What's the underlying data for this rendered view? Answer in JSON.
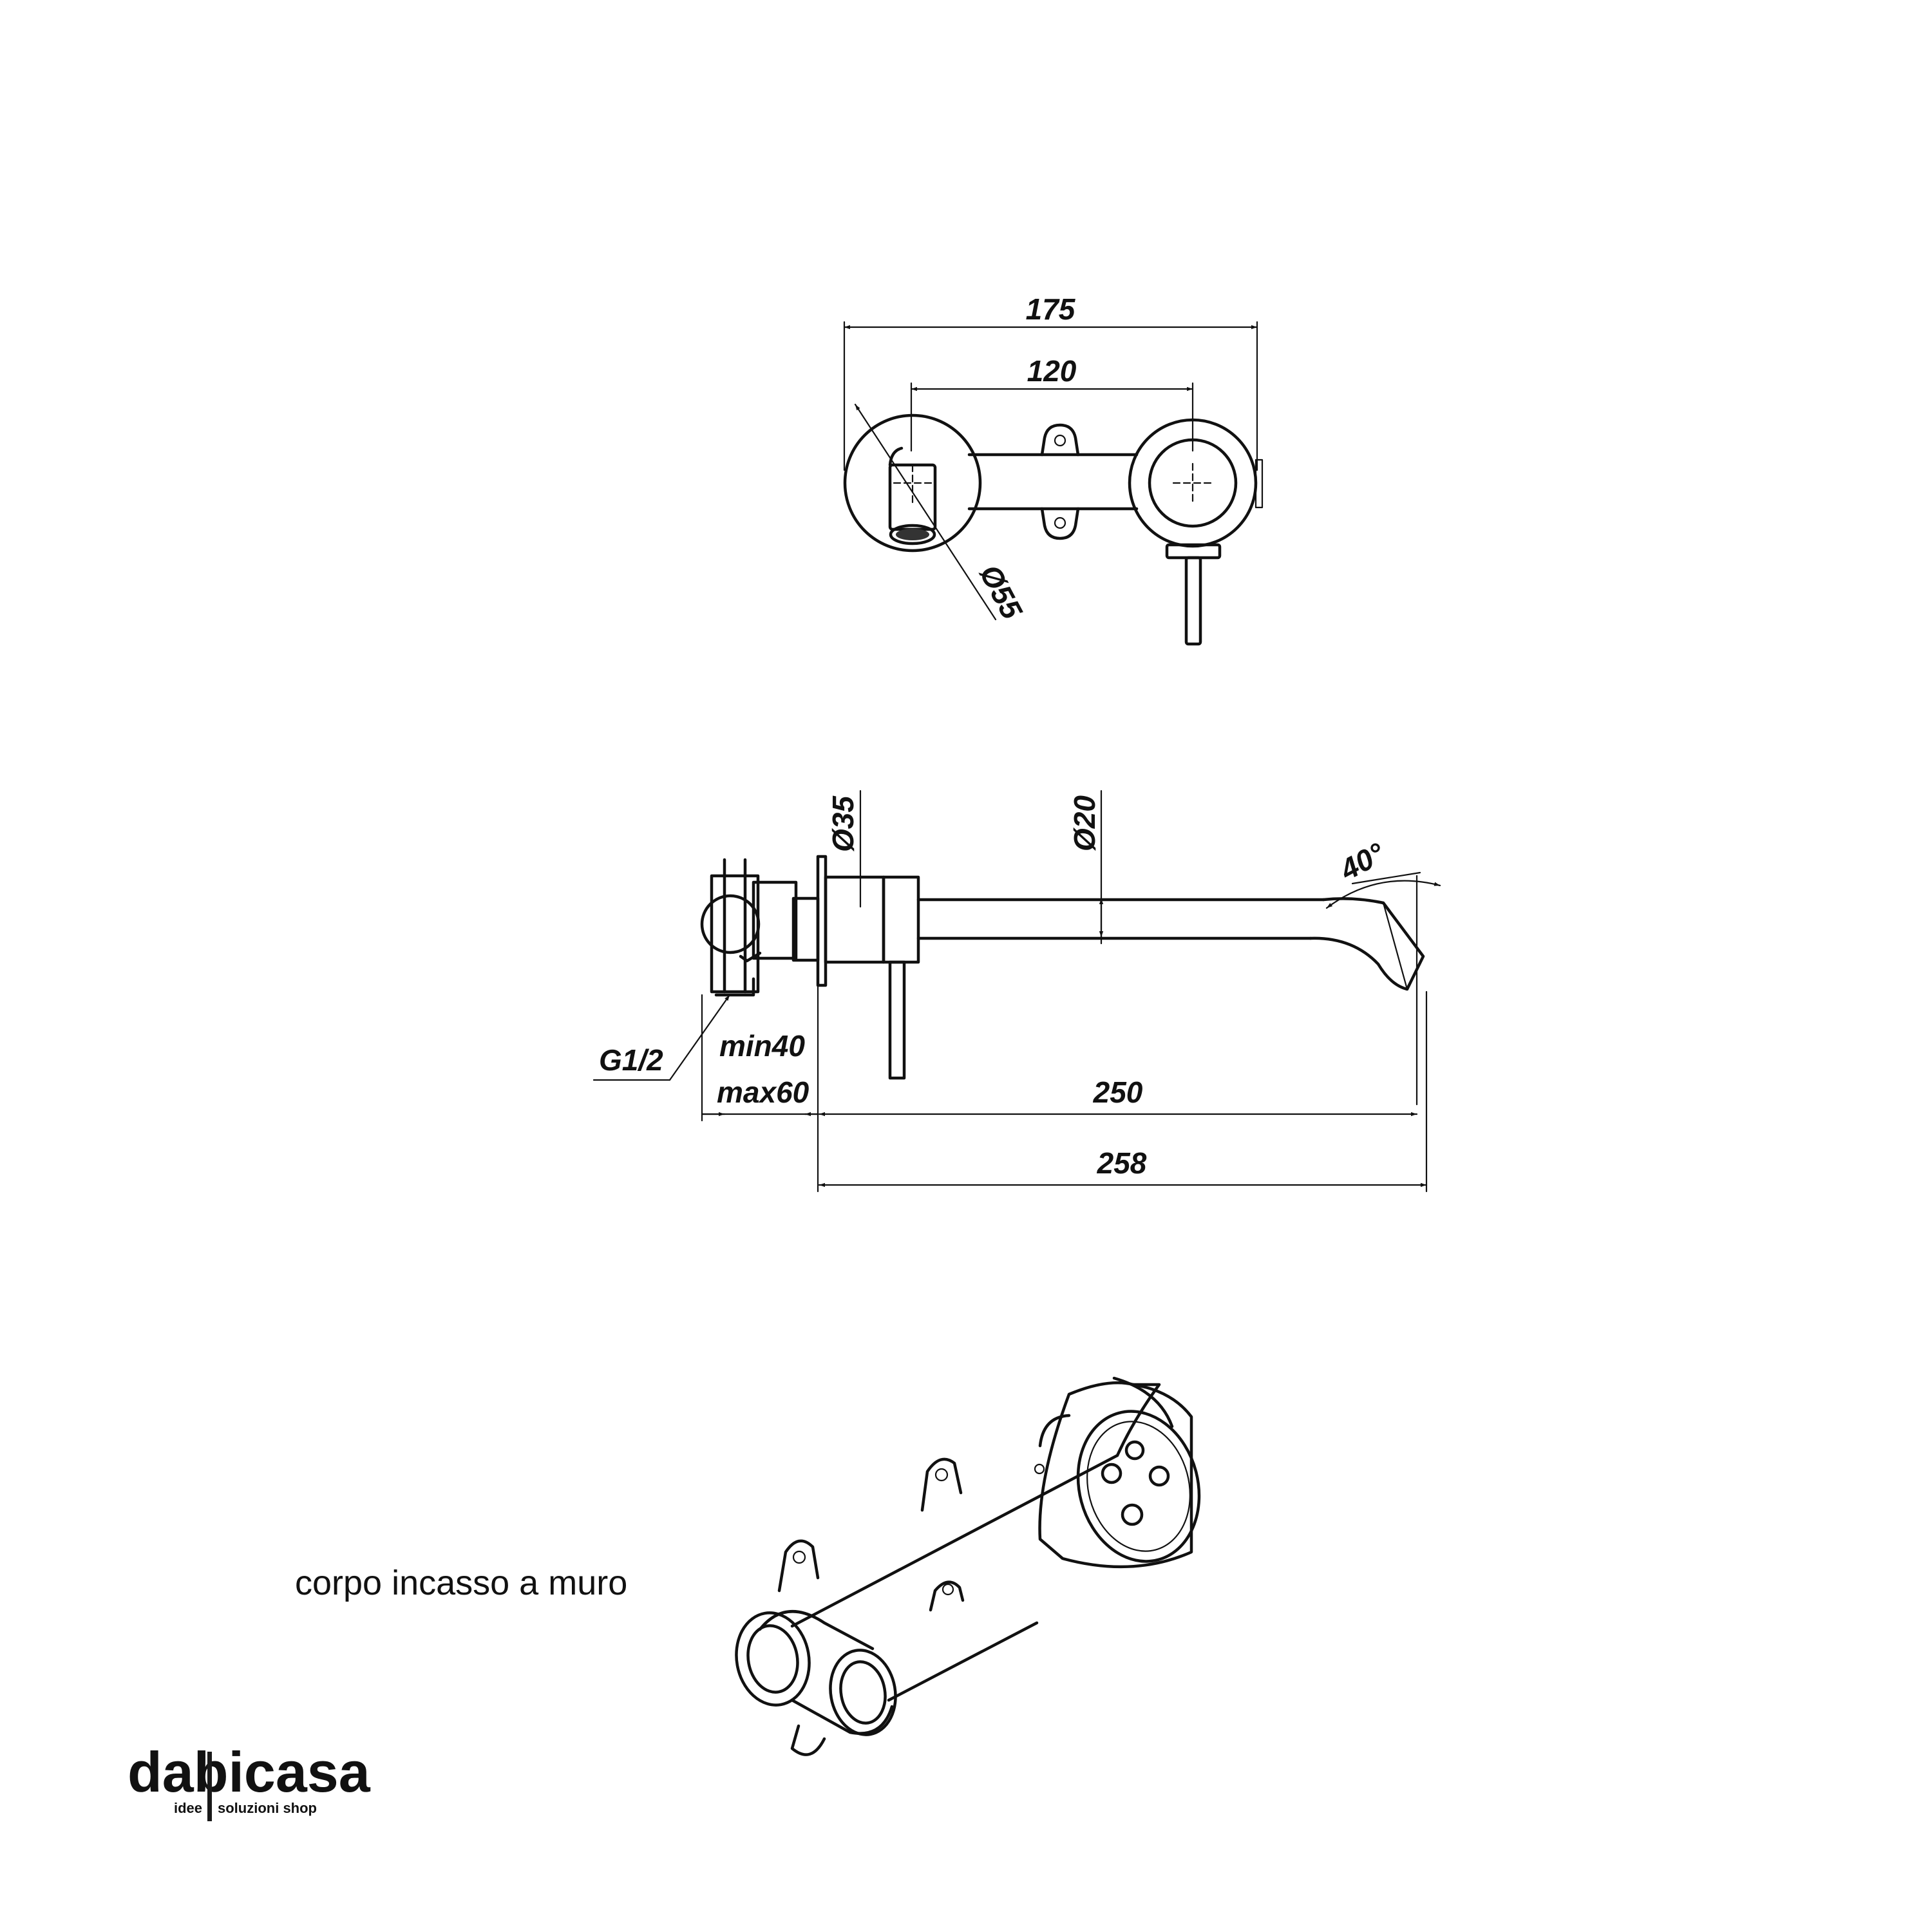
{
  "diagram": {
    "front_view": {
      "overall_width": "175",
      "center_distance": "120",
      "rosette_diameter": "Ø55"
    },
    "side_view": {
      "pipe_diameter": "Ø35",
      "spout_diameter": "Ø20",
      "spout_angle": "40°",
      "connection": "G1/2",
      "depth_min": "min40",
      "depth_max": "max60",
      "spout_projection": "250",
      "total_projection": "258"
    },
    "body_view": {
      "caption": "corpo incasso a muro"
    }
  },
  "logo": {
    "wordmark": "dabicasa",
    "tagline_left": "idee",
    "tagline_right": "soluzioni shop"
  }
}
